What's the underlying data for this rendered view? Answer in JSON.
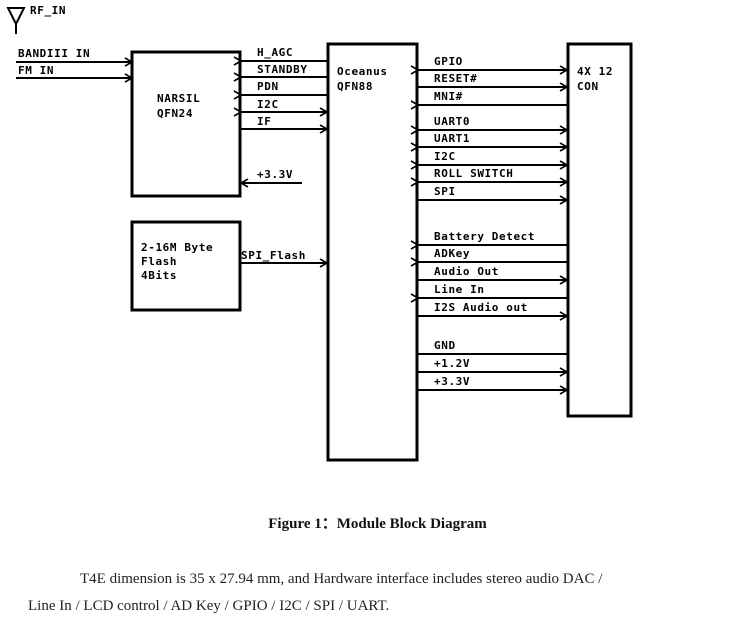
{
  "antenna": {
    "label": "RF_IN"
  },
  "inputs": [
    "BANDIII IN",
    "FM IN"
  ],
  "blocks": {
    "narsil": [
      "NARSIL",
      "QFN24"
    ],
    "flash": [
      "2-16M Byte",
      "Flash",
      "4Bits"
    ],
    "oceanus": [
      "Oceanus",
      "QFN88"
    ],
    "connector": [
      "4X 12",
      "CON"
    ]
  },
  "narsil_oceanus_signals": [
    "H_AGC",
    "STANDBY",
    "PDN",
    "I2C",
    "IF"
  ],
  "power_label": "+3.3V",
  "flash_signal": "SPI_Flash",
  "connector_signals": [
    "GPIO",
    "RESET#",
    "MNI#",
    "UART0",
    "UART1",
    "I2C",
    "ROLL SWITCH",
    "SPI",
    "Battery Detect",
    "ADKey",
    "Audio Out",
    "Line In",
    "I2S Audio out",
    "GND",
    "+1.2V",
    "+3.3V"
  ],
  "caption": "Figure 1：Module Block Diagram",
  "description": [
    "T4E dimension is 35 x 27.94 mm, and Hardware interface includes stereo audio DAC /",
    "Line In / LCD control / AD Key / GPIO / I2C / SPI / UART."
  ]
}
